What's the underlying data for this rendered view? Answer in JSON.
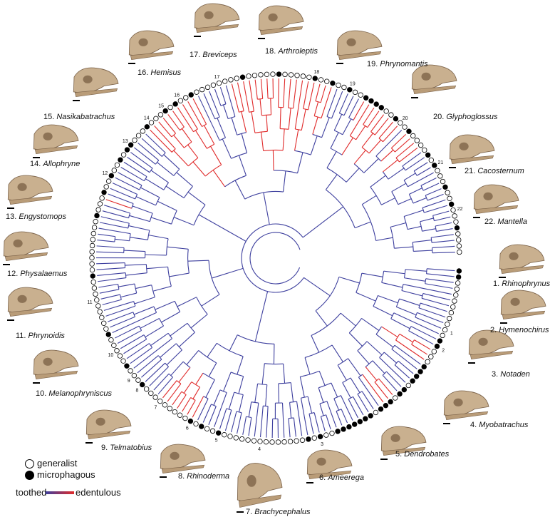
{
  "legend": {
    "generalist": "generalist",
    "microphagous": "microphagous",
    "toothed": "toothed",
    "edentulous": "edentulous"
  },
  "colors": {
    "toothed": "#3d3f9e",
    "edentulous": "#e02a2a",
    "skull": "#c9b08f"
  },
  "taxa": [
    {
      "num": "1.",
      "name": "Rhinophrynus"
    },
    {
      "num": "2.",
      "name": "Hymenochirus"
    },
    {
      "num": "3.",
      "name": "Notaden"
    },
    {
      "num": "4.",
      "name": "Myobatrachus"
    },
    {
      "num": "5.",
      "name": "Dendrobates"
    },
    {
      "num": "6.",
      "name": "Ameerega"
    },
    {
      "num": "7.",
      "name": "Brachycephalus"
    },
    {
      "num": "8.",
      "name": "Rhinoderma"
    },
    {
      "num": "9.",
      "name": "Telmatobius"
    },
    {
      "num": "10.",
      "name": "Melanophryniscus"
    },
    {
      "num": "11.",
      "name": "Phrynoidis"
    },
    {
      "num": "12.",
      "name": "Physalaemus"
    },
    {
      "num": "13.",
      "name": "Engystomops"
    },
    {
      "num": "14.",
      "name": "Allophryne"
    },
    {
      "num": "15.",
      "name": "Nasikabatrachus"
    },
    {
      "num": "16.",
      "name": "Hemisus"
    },
    {
      "num": "17.",
      "name": "Breviceps"
    },
    {
      "num": "18.",
      "name": "Arthroleptis"
    },
    {
      "num": "19.",
      "name": "Phrynomantis"
    },
    {
      "num": "20.",
      "name": "Glyphoglossus"
    },
    {
      "num": "21.",
      "name": "Cacosternum"
    },
    {
      "num": "22.",
      "name": "Mantella"
    }
  ],
  "tip_numbers": [
    "1",
    "2",
    "3",
    "4",
    "5",
    "6",
    "7",
    "8",
    "9",
    "10",
    "11",
    "12",
    "13",
    "14",
    "15",
    "16",
    "17",
    "18",
    "19",
    "20",
    "21",
    "22"
  ]
}
